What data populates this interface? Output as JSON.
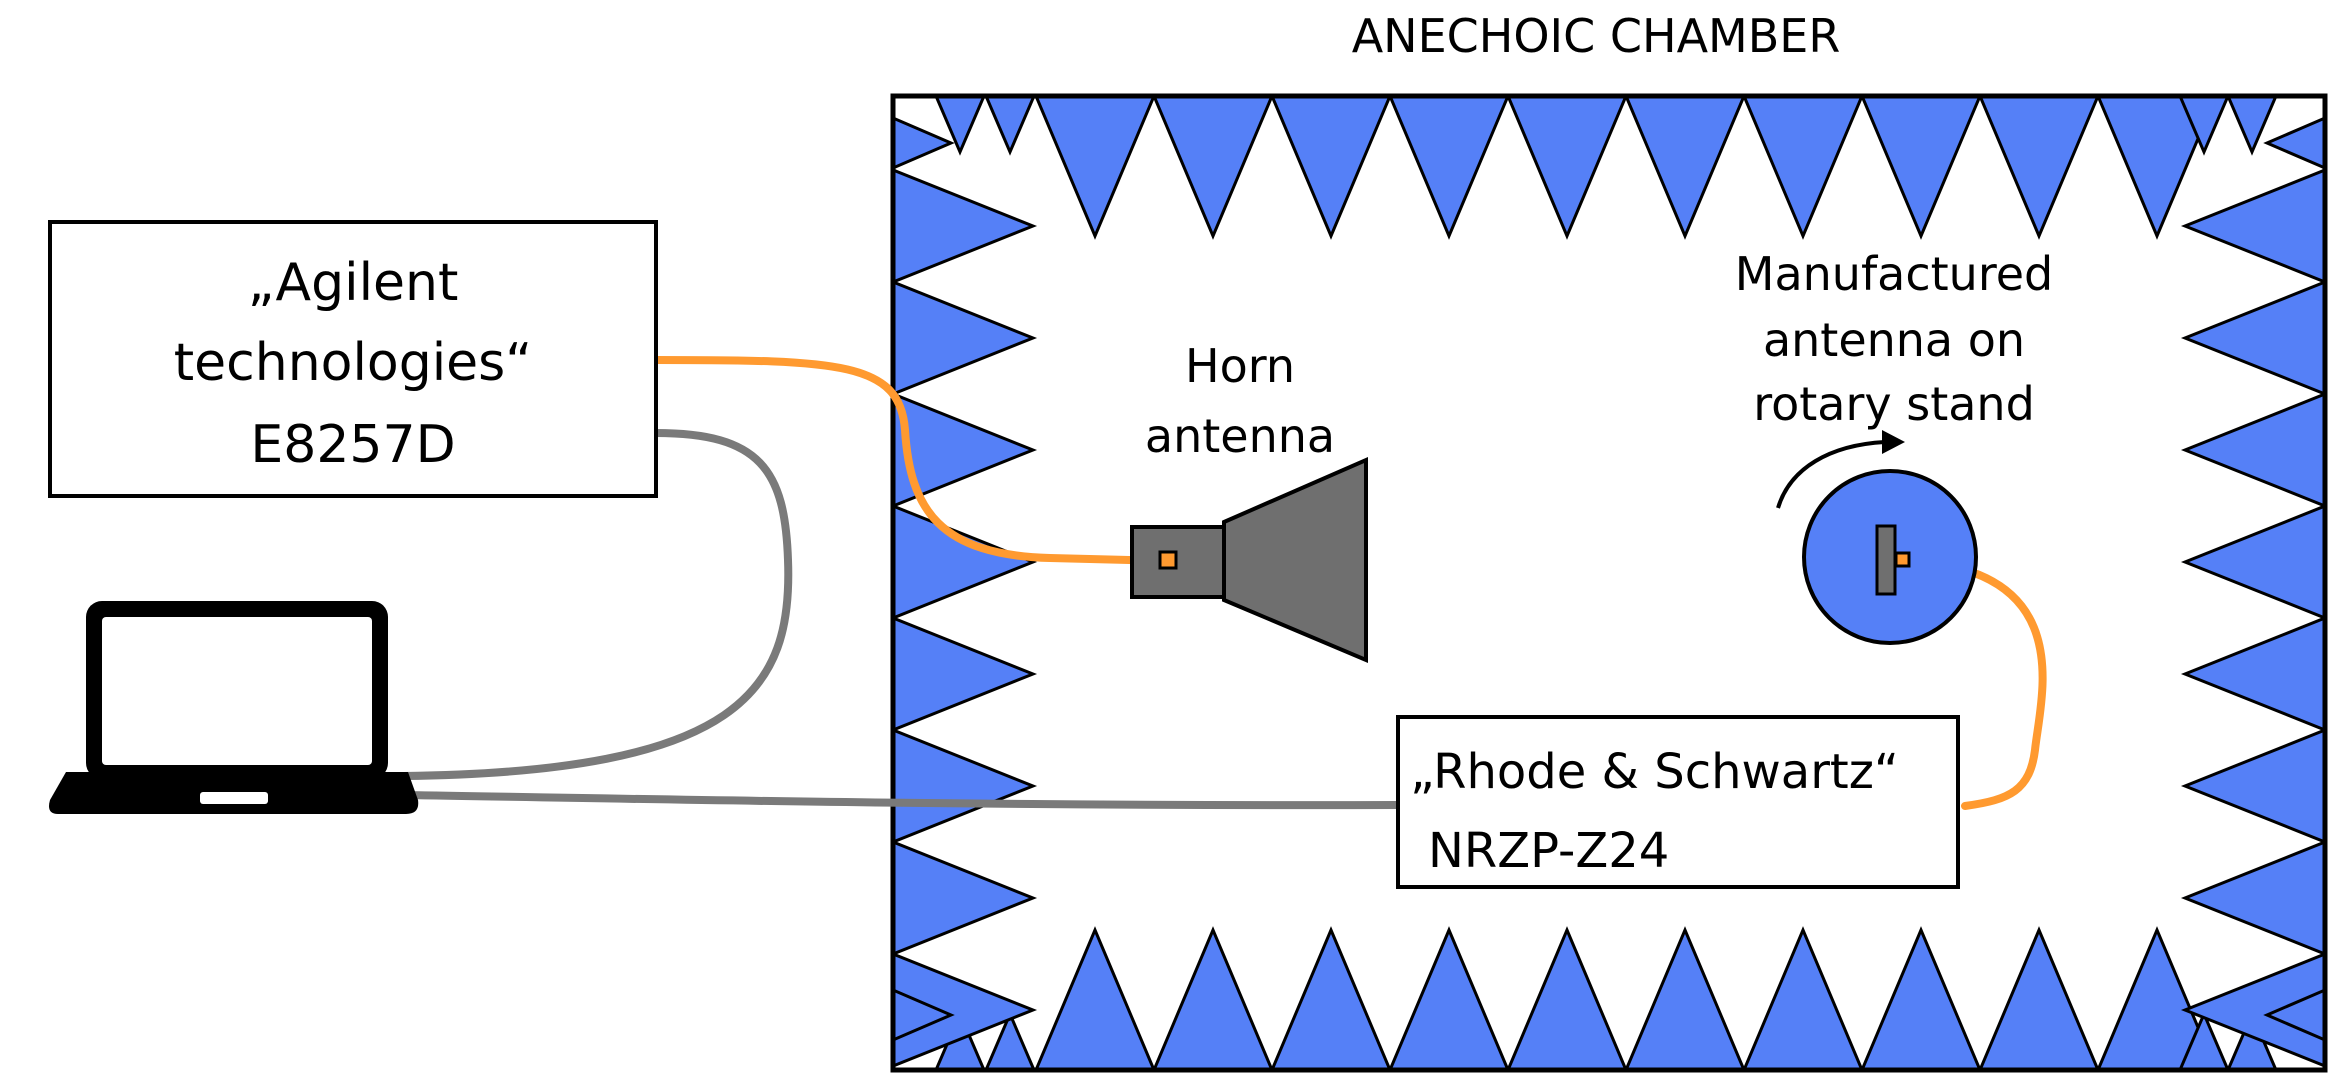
{
  "chamber": {
    "title": "ANECHOIC CHAMBER"
  },
  "generator": {
    "lines": [
      "„Agilent",
      "technologies“",
      "E8257D"
    ]
  },
  "horn": {
    "lines": [
      "Horn",
      "antenna"
    ]
  },
  "aut": {
    "lines": [
      "Manufactured",
      "antenna on",
      "rotary stand"
    ]
  },
  "sensor": {
    "lines": [
      "„Rhode & Schwartz“",
      "NRZP-Z24"
    ]
  },
  "colors": {
    "absorber": "#5580f7",
    "rf_cable": "#ff9a30",
    "data_cable": "#7a7a7a",
    "horn": "#6f6f6f",
    "stand": "#5580f7"
  },
  "icons": [
    "laptop-icon",
    "rotation-arrow-icon",
    "horn-antenna-icon"
  ]
}
